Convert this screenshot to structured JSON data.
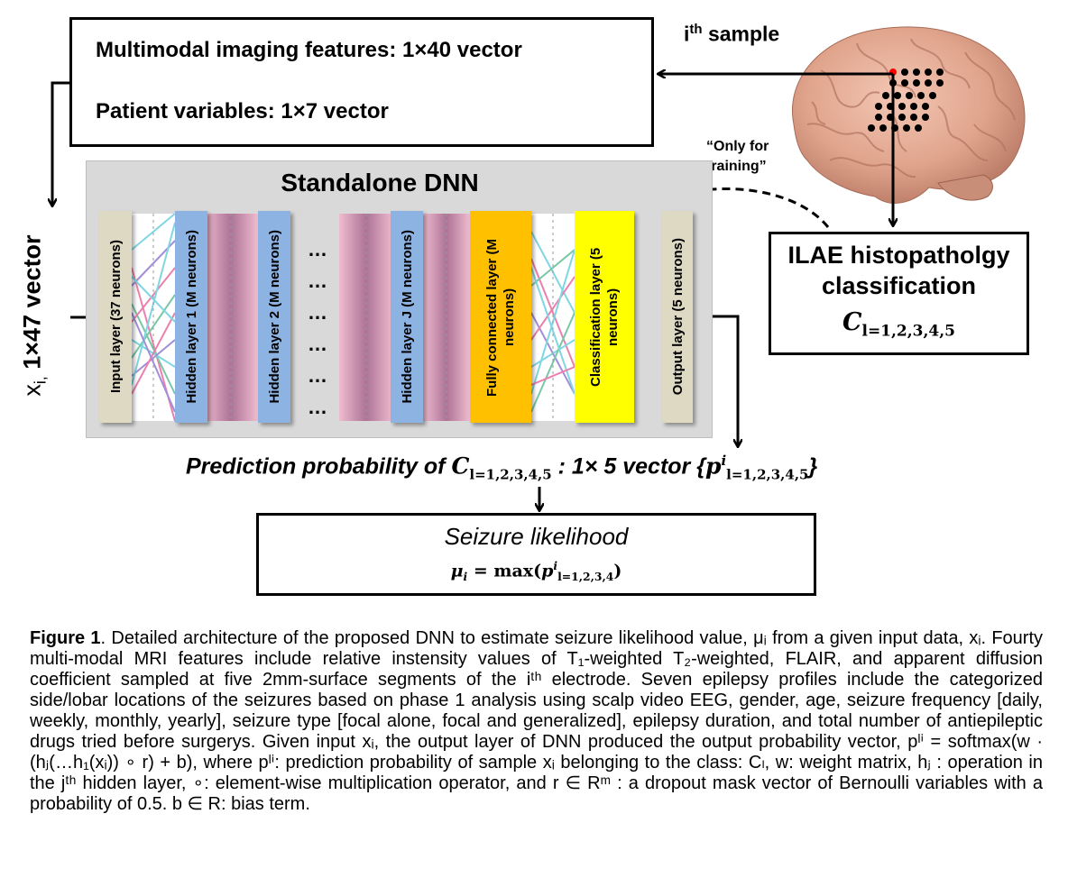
{
  "features_box": {
    "line1": "Multimodal imaging features: 1×40 vector",
    "line2": "Patient variables: 1×7 vector"
  },
  "sample_label": {
    "base": "i",
    "sup": "th",
    "rest": " sample"
  },
  "input_label": {
    "x": "x",
    "sub": "i,",
    "rest": " 1×47 vector"
  },
  "dnn": {
    "title": "Standalone DNN",
    "layers": [
      {
        "label": "Input layer (37 neurons)",
        "color": "#ddd9c3"
      },
      {
        "label": "Hidden layer 1 (M neurons)",
        "color": "#8db3e2"
      },
      {
        "label": "Hidden layer 2 (M neurons)",
        "color": "#8db3e2"
      },
      {
        "label": "Hidden layer J (M neurons)",
        "color": "#8db3e2"
      },
      {
        "label": "Fully connected layer (M neurons)",
        "color": "#ffc000"
      },
      {
        "label": "Classification layer (5 neurons)",
        "color": "#ffff00"
      },
      {
        "label": "Output layer (5 neurons)",
        "color": "#ddd9c3"
      }
    ],
    "ellipsis": "…"
  },
  "training_note": "“Only for training”",
  "ilae": {
    "title_line1": "ILAE histopatholgy",
    "title_line2": "classification",
    "formula_base": "C",
    "formula_sub": "l=1,2,3,4,5"
  },
  "prediction": {
    "prefix": "Prediction probability  of ",
    "c_base": "C",
    "c_sub": "l=1,2,3,4,5",
    "middle": " : 1× 5 vector {",
    "p_base": "p",
    "p_sup": "i",
    "p_sub": "l=1,2,3,4,5",
    "suffix": "}"
  },
  "seizure": {
    "title": "Seizure likelihood",
    "formula_lhs": "μ",
    "formula_lhs_sub": "i",
    "formula_eq": " = max(",
    "formula_p": "p",
    "formula_p_sup": "i",
    "formula_p_sub": "l=1,2,3,4",
    "formula_close": ")"
  },
  "caption": {
    "label": "Figure 1",
    "text": ". Detailed architecture of the proposed DNN to estimate seizure likelihood value, μᵢ from a given input data, xᵢ. Fourty multi-modal MRI features include relative instensity values of T₁-weighted T₂-weighted, FLAIR, and apparent diffusion coefficient sampled at five 2mm-surface segments of the iᵗʰ electrode. Seven epilepsy profiles include the categorized side/lobar locations of the seizures based on phase 1 analysis using scalp video EEG, gender, age, seizure frequency [daily, weekly, monthly, yearly], seizure type [focal alone, focal and generalized], epilepsy duration, and total number of antiepileptic drugs tried before surgerys. Given input xᵢ, the output layer of DNN produced the output probability vector, pˡⁱ = softmax(w · (hⱼ(…h₁(xᵢ)) ∘ r) + b), where pˡⁱ: prediction probability of sample xᵢ belonging to the class: Cₗ, w: weight matrix, hⱼ : operation in the jᵗʰ hidden layer, ∘: element-wise multiplication operator, and r ∈ Rᵐ : a dropout mask vector of Bernoulli variables with a probability of 0.5. b ∈ R: bias term."
  }
}
